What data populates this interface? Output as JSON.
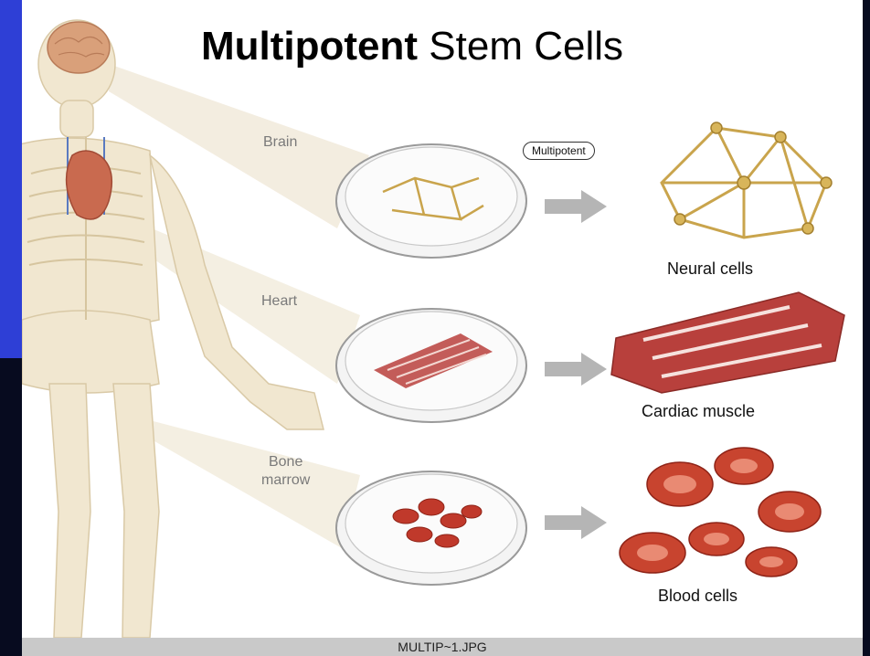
{
  "title": {
    "bold": "Multipotent",
    "rest": "Stem Cells"
  },
  "organs": {
    "brain": "Brain",
    "heart": "Heart",
    "bone_marrow": [
      "Bone",
      "marrow"
    ]
  },
  "potency_badge": "Multipotent",
  "results": {
    "neural": "Neural cells",
    "cardiac": "Cardiac muscle",
    "blood": "Blood cells"
  },
  "caption": "MULTIP~1.JPG",
  "colors": {
    "slide_blue": "#2e3fd6",
    "slide_dark": "#070b1f",
    "bone": "#efe3c8",
    "neural": "#d8b55a",
    "muscle": "#b8403c",
    "blood": "#c0392b",
    "arrow": "#b5b5b5"
  }
}
